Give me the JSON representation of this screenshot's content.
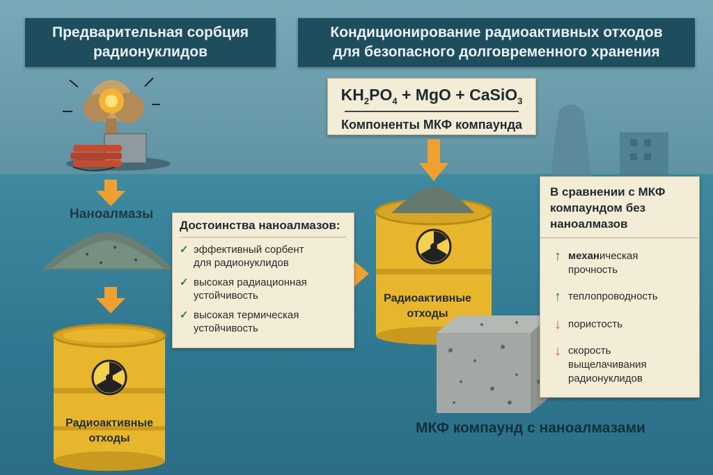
{
  "banners": {
    "left": [
      "Предварительная сорбция",
      "радионуклидов"
    ],
    "right": [
      "Кондиционирование радиоактивных отходов",
      "для безопасного долговременного хранения"
    ]
  },
  "formula": {
    "parts": [
      "KH",
      "2",
      "PO",
      "4",
      " + MgO + CaSiO",
      "3"
    ],
    "caption": "Компоненты МКФ компаунда"
  },
  "nanodiamonds_label": "Наноалмазы",
  "advantages": {
    "title": "Достоинства наноалмазов:",
    "items": [
      [
        "эффективный сорбент",
        "для радионуклидов"
      ],
      [
        "высокая радиационная",
        "устойчивость"
      ],
      [
        "высокая термическая",
        "устойчивость"
      ]
    ]
  },
  "barrels": {
    "left_label": [
      "Радиоактивные",
      "отходы"
    ],
    "middle_label": [
      "Радиоактивные",
      "отходы"
    ]
  },
  "comparison": {
    "title": [
      "В сравнении с МКФ",
      "компаундом без",
      "наноалмазов"
    ],
    "rows": [
      {
        "direction": "up",
        "text": [
          "механическая",
          "прочность"
        ],
        "bold_part": "механ"
      },
      {
        "direction": "up",
        "text": [
          "теплопроводность"
        ]
      },
      {
        "direction": "down",
        "text": [
          "пористость"
        ]
      },
      {
        "direction": "down",
        "text": [
          "скорость",
          "выщелачивания",
          "радионуклидов"
        ]
      }
    ]
  },
  "compound_caption": "МКФ компаунд с наноалмазами",
  "colors": {
    "banner": "#1e4d5e",
    "card": "#f3ecd6",
    "barrel": "#e8b62c",
    "arrow": "#f0a030",
    "up_arrow": "#2f7d34",
    "down_arrow": "#d5583a"
  },
  "icons": [
    "explosion-icon",
    "dynamite-icon",
    "radiation-icon",
    "check-icon",
    "arrow-up-icon",
    "arrow-down-icon"
  ]
}
